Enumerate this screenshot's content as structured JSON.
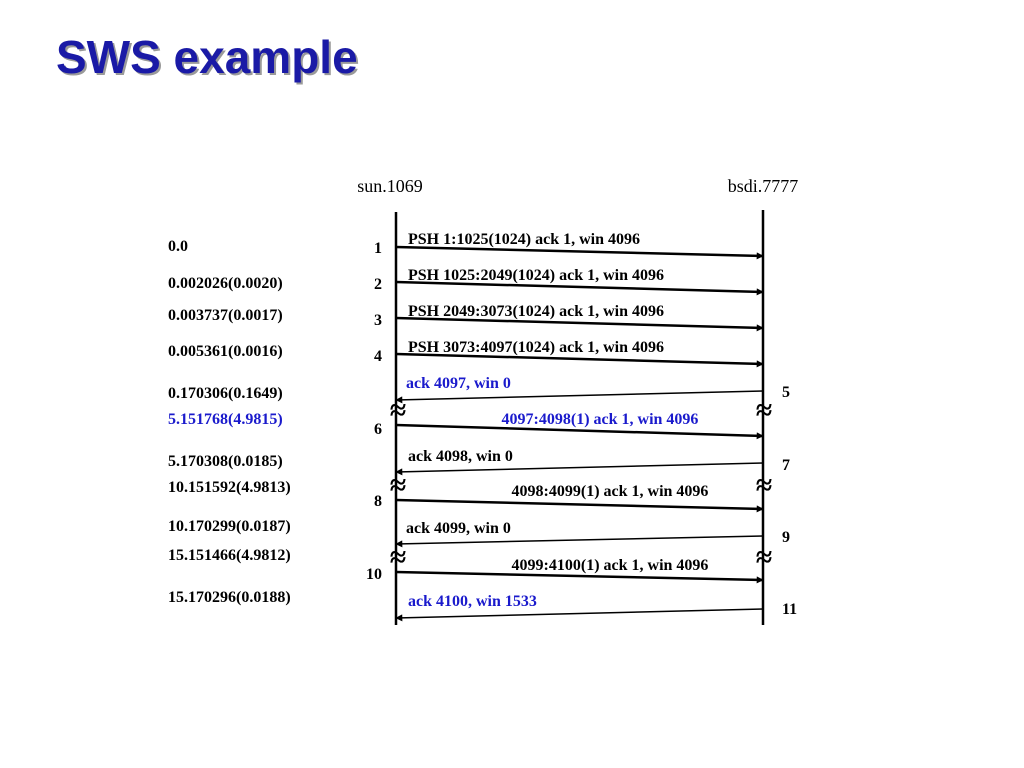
{
  "title": "SWS example",
  "hosts": {
    "left": "sun.1069",
    "right": "bsdi.7777"
  },
  "colors": {
    "title": "#1a1aa6",
    "highlight": "#1a1acc",
    "normal": "#000000"
  },
  "times": [
    {
      "label": "0.0",
      "highlight": false
    },
    {
      "label": "0.002026(0.0020)",
      "highlight": false
    },
    {
      "label": "0.003737(0.0017)",
      "highlight": false
    },
    {
      "label": "0.005361(0.0016)",
      "highlight": false
    },
    {
      "label": "0.170306(0.1649)",
      "highlight": false
    },
    {
      "label": "5.151768(4.9815)",
      "highlight": true
    },
    {
      "label": "5.170308(0.0185)",
      "highlight": false
    },
    {
      "label": "10.151592(4.9813)",
      "highlight": false
    },
    {
      "label": "10.170299(0.0187)",
      "highlight": false
    },
    {
      "label": "15.151466(4.9812)",
      "highlight": false
    },
    {
      "label": "15.170296(0.0188)",
      "highlight": false
    }
  ],
  "segments": [
    {
      "num": "1",
      "side": "left",
      "dir": "right",
      "label": "PSH 1:1025(1024) ack 1, win 4096",
      "highlight": false,
      "break_mark": false
    },
    {
      "num": "2",
      "side": "left",
      "dir": "right",
      "label": "PSH 1025:2049(1024) ack 1, win 4096",
      "highlight": false,
      "break_mark": false
    },
    {
      "num": "3",
      "side": "left",
      "dir": "right",
      "label": "PSH 2049:3073(1024) ack 1, win 4096",
      "highlight": false,
      "break_mark": false
    },
    {
      "num": "4",
      "side": "left",
      "dir": "right",
      "label": "PSH 3073:4097(1024) ack 1, win 4096",
      "highlight": false,
      "break_mark": false
    },
    {
      "num": "5",
      "side": "right",
      "dir": "left",
      "label": "ack 4097, win 0",
      "highlight": true,
      "break_mark": false
    },
    {
      "num": "6",
      "side": "left",
      "dir": "right",
      "label": "4097:4098(1) ack 1, win 4096",
      "highlight": true,
      "break_mark": true
    },
    {
      "num": "7",
      "side": "right",
      "dir": "left",
      "label": "ack 4098, win 0",
      "highlight": false,
      "break_mark": false
    },
    {
      "num": "8",
      "side": "left",
      "dir": "right",
      "label": "4098:4099(1) ack 1, win 4096",
      "highlight": false,
      "break_mark": true
    },
    {
      "num": "9",
      "side": "right",
      "dir": "left",
      "label": "ack 4099, win 0",
      "highlight": false,
      "break_mark": false
    },
    {
      "num": "10",
      "side": "left",
      "dir": "right",
      "label": "4099:4100(1) ack 1, win 4096",
      "highlight": false,
      "break_mark": true
    },
    {
      "num": "11",
      "side": "right",
      "dir": "left",
      "label": "ack 4100, win 1533",
      "highlight": true,
      "break_mark": false
    }
  ],
  "break_symbol": "≈"
}
